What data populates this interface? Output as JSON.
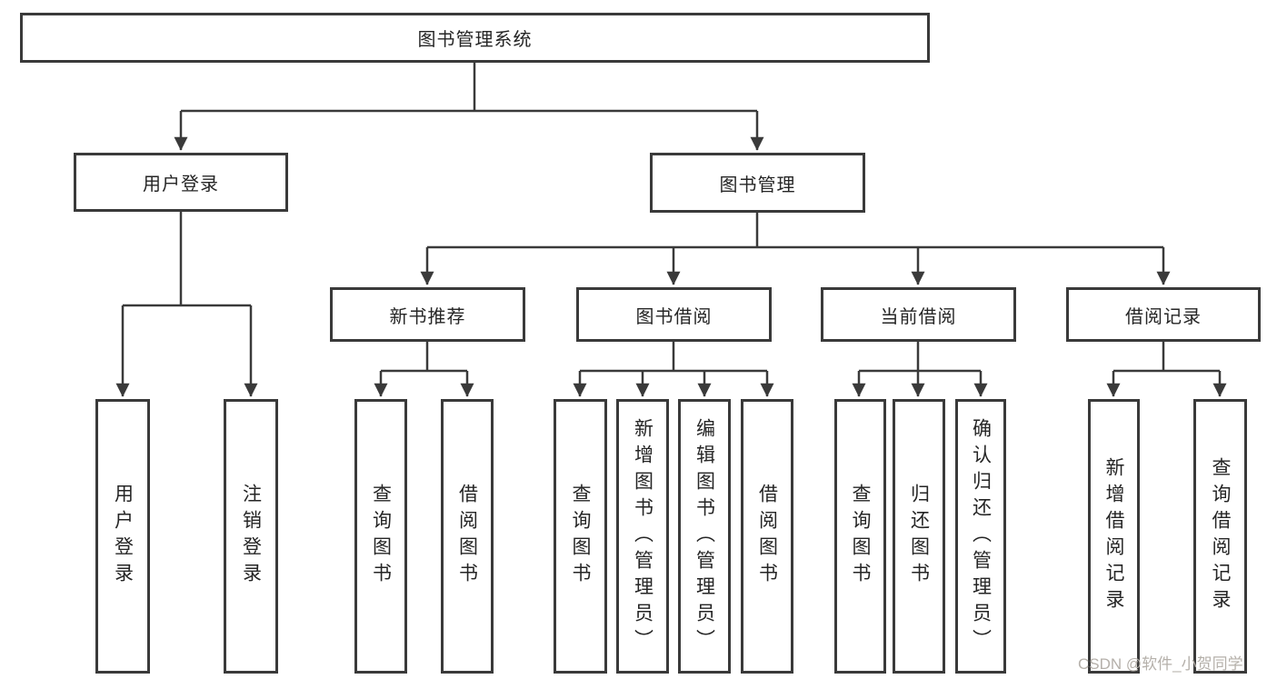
{
  "tree": {
    "root": {
      "label": "图书管理系统"
    },
    "branches": [
      {
        "label": "用户登录",
        "children": [
          {
            "label": "用户登录"
          },
          {
            "label": "注销登录"
          }
        ]
      },
      {
        "label": "图书管理",
        "children": [
          {
            "label": "新书推荐",
            "children": [
              {
                "label": "查询图书"
              },
              {
                "label": "借阅图书"
              }
            ]
          },
          {
            "label": "图书借阅",
            "children": [
              {
                "label": "查询图书"
              },
              {
                "label": "新增图书（管理员）"
              },
              {
                "label": "编辑图书（管理员）"
              },
              {
                "label": "借阅图书"
              }
            ]
          },
          {
            "label": "当前借阅",
            "children": [
              {
                "label": "查询图书"
              },
              {
                "label": "归还图书"
              },
              {
                "label": "确认归还（管理员）"
              }
            ]
          },
          {
            "label": "借阅记录",
            "children": [
              {
                "label": "新增借阅记录"
              },
              {
                "label": "查询借阅记录"
              }
            ]
          }
        ]
      }
    ],
    "colors": {
      "line": "#3a3a3a",
      "box_border": "#3a3a3a",
      "text": "#252525",
      "background": "#ffffff",
      "watermark": "#b5b0aa"
    }
  },
  "watermark": {
    "text": "CSDN @软件_小贺同学"
  }
}
